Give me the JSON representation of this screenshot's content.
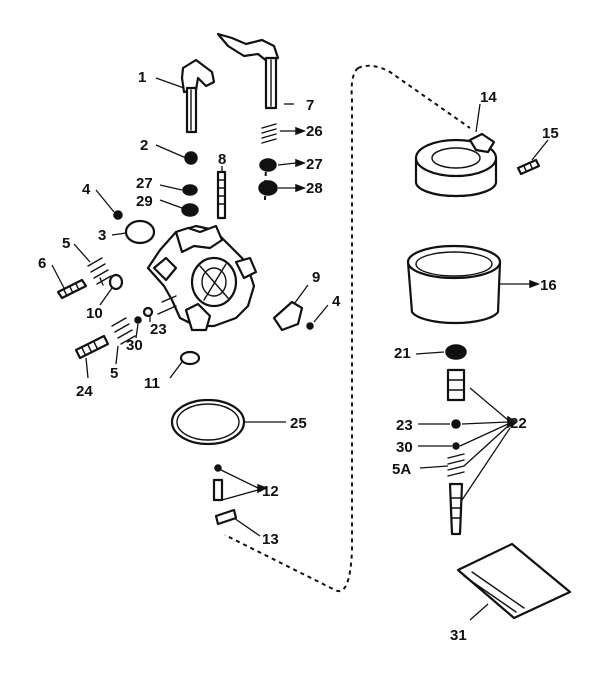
{
  "callouts": [
    {
      "id": "p1",
      "label": "1"
    },
    {
      "id": "p2",
      "label": "2"
    },
    {
      "id": "p3",
      "label": "3"
    },
    {
      "id": "p4a",
      "label": "4"
    },
    {
      "id": "p4b",
      "label": "4"
    },
    {
      "id": "p5a",
      "label": "5"
    },
    {
      "id": "p5b",
      "label": "5"
    },
    {
      "id": "p5A",
      "label": "5A"
    },
    {
      "id": "p6",
      "label": "6"
    },
    {
      "id": "p7",
      "label": "7"
    },
    {
      "id": "p8",
      "label": "8"
    },
    {
      "id": "p9",
      "label": "9"
    },
    {
      "id": "p10",
      "label": "10"
    },
    {
      "id": "p11",
      "label": "11"
    },
    {
      "id": "p12",
      "label": "12"
    },
    {
      "id": "p13",
      "label": "13"
    },
    {
      "id": "p14",
      "label": "14"
    },
    {
      "id": "p15",
      "label": "15"
    },
    {
      "id": "p16",
      "label": "16"
    },
    {
      "id": "p21",
      "label": "21"
    },
    {
      "id": "p22",
      "label": "22"
    },
    {
      "id": "p23a",
      "label": "23"
    },
    {
      "id": "p23b",
      "label": "23"
    },
    {
      "id": "p24",
      "label": "24"
    },
    {
      "id": "p25",
      "label": "25"
    },
    {
      "id": "p26",
      "label": "26"
    },
    {
      "id": "p27a",
      "label": "27"
    },
    {
      "id": "p27b",
      "label": "27"
    },
    {
      "id": "p28",
      "label": "28"
    },
    {
      "id": "p29",
      "label": "29"
    },
    {
      "id": "p30a",
      "label": "30"
    },
    {
      "id": "p30b",
      "label": "30"
    },
    {
      "id": "p31",
      "label": "31"
    }
  ]
}
